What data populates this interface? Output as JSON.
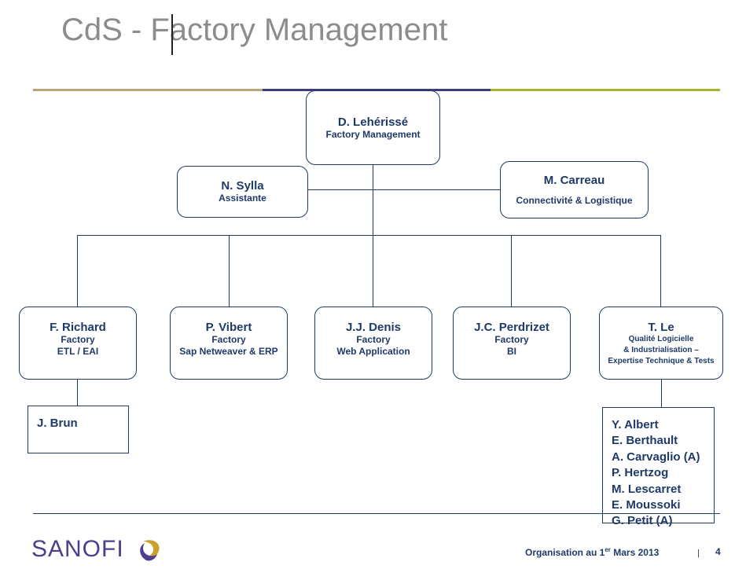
{
  "slide": {
    "title": "CdS - Factory Management"
  },
  "colors": {
    "band_gold": "#b9a576",
    "band_navy": "#3d3b7a",
    "band_olive": "#a7b52a",
    "box": "#1f3a68",
    "title": "#8c8c8c",
    "logo": "#4f3d8e"
  },
  "org": {
    "head": {
      "name": "D. Lehérissé",
      "role": "Factory Management"
    },
    "assistant": {
      "name": "N. Sylla",
      "role": "Assistante"
    },
    "staff": {
      "name": "M. Carreau",
      "role": "Connectivité  & Logistique"
    },
    "units": [
      {
        "name": "F. Richard",
        "line1": "Factory",
        "line2": "ETL / EAI"
      },
      {
        "name": "P. Vibert",
        "line1": "Factory",
        "line2": "Sap Netweaver & ERP"
      },
      {
        "name": "J.J. Denis",
        "line1": "Factory",
        "line2": "Web Application"
      },
      {
        "name": "J.C. Perdrizet",
        "line1": "Factory",
        "line2": "BI"
      },
      {
        "name": "T. Le",
        "line1": "Qualité Logicielle",
        "line2": "& Industrialisation –",
        "line3": "Expertise Technique & Tests"
      }
    ],
    "richard_team": [
      "J. Brun"
    ],
    "le_team": [
      "Y. Albert",
      "E. Berthault",
      "A. Carvaglio (A)",
      "P. Hertzog",
      "M. Lescarret",
      "E. Moussoki",
      "G. Petit (A)"
    ]
  },
  "footer": {
    "logo": "SANOFI",
    "org_prefix": "Organisation au 1",
    "org_sup": "er",
    "org_suffix": " Mars 2013",
    "separator": "|",
    "page": "4"
  }
}
